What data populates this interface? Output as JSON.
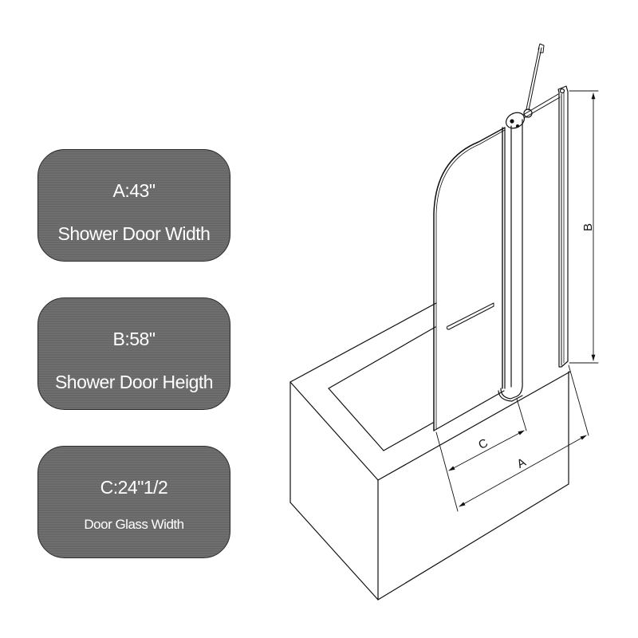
{
  "cards": [
    {
      "id": "A",
      "value": "A:43\"",
      "label": "Shower Door Width"
    },
    {
      "id": "B",
      "value": "B:58\"",
      "label": "Shower Door Heigth"
    },
    {
      "id": "C",
      "value": "C:24\"1/2",
      "label": "Door Glass Width"
    }
  ],
  "diagram": {
    "dimension_labels": {
      "a": "A",
      "b": "B",
      "c": "C"
    }
  },
  "colors": {
    "card_fill": "#6b6b6b",
    "card_text": "#ffffff",
    "line": "#111111"
  }
}
